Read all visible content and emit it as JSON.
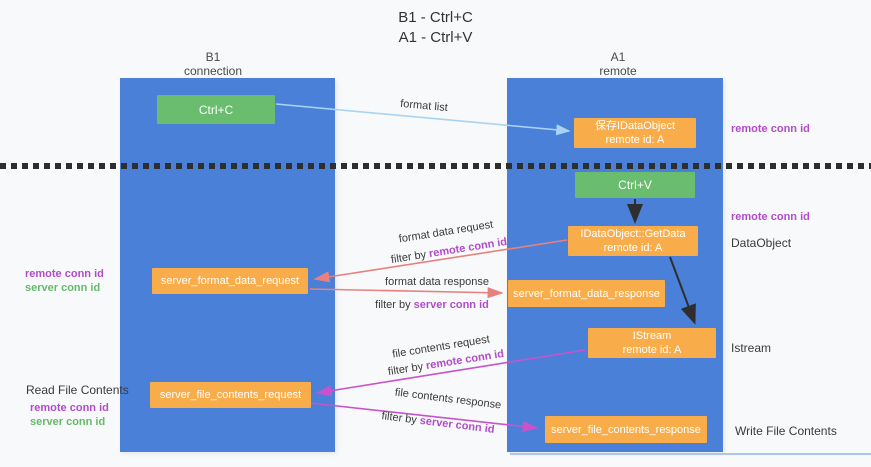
{
  "title": {
    "line1": "B1 - Ctrl+C",
    "line2": "A1 - Ctrl+V"
  },
  "lanes": {
    "b1": {
      "title": "B1",
      "subtitle": "connection"
    },
    "a1": {
      "title": "A1",
      "subtitle": "remote"
    }
  },
  "boxes": {
    "ctrl_c": {
      "label": "Ctrl+C"
    },
    "ctrl_v": {
      "label": "Ctrl+V"
    },
    "save_dataobject": {
      "line1": "保存IDataObject",
      "line2": "remote id: A"
    },
    "getdata": {
      "line1": "IDataObject::GetData",
      "line2": "remote id: A"
    },
    "istream": {
      "line1": "IStream",
      "line2": "remote id: A"
    },
    "server_format_data_request": {
      "label": "server_format_data_request"
    },
    "server_format_data_response": {
      "label": "server_format_data_response"
    },
    "server_file_contents_request": {
      "label": "server_file_contents_request"
    },
    "server_file_contents_response": {
      "label": "server_file_contents_response"
    }
  },
  "flow_labels": {
    "format_list": "format list",
    "format_data_request": {
      "line1": "format data request",
      "filter_prefix": "filter by ",
      "filter_key": "remote conn id"
    },
    "format_data_response": {
      "line1": "format data response",
      "filter_prefix": "filter by ",
      "filter_key": "server conn id"
    },
    "file_contents_request": {
      "line1": "file contents request",
      "filter_prefix": "filter by ",
      "filter_key": "remote conn id"
    },
    "file_contents_response": {
      "line1": "file contents response",
      "filter_prefix": "filter by ",
      "filter_key": "server conn id"
    }
  },
  "side_labels": {
    "right_remote_conn_id_1": "remote conn id",
    "right_remote_conn_id_2": "remote conn id",
    "data_object": "DataObject",
    "istream": "Istream",
    "write_file_contents": "Write File Contents",
    "left_remote_conn_id_1": "remote conn id",
    "left_server_conn_id_1": "server conn id",
    "read_file_contents": "Read File Contents",
    "left_remote_conn_id_2": "remote conn id",
    "left_server_conn_id_2": "server conn id"
  },
  "colors": {
    "lane_blue": "#4a80d8",
    "box_orange": "#f9ad4a",
    "box_green": "#6abd6e",
    "accent_purple": "#b14cc9",
    "accent_green": "#67b96b",
    "arrow_red": "#e88080",
    "arrow_magenta": "#c853cc",
    "arrow_light_blue": "#a9d3f2",
    "arrow_black": "#2e2e2e",
    "dashed_line_black": "#2e2e2e"
  }
}
